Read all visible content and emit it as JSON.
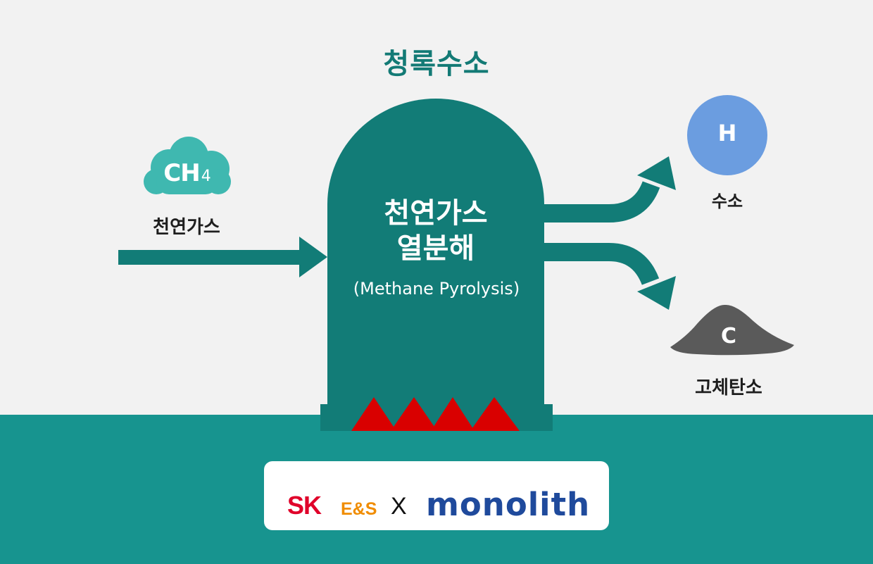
{
  "title": "청록수소",
  "input": {
    "molecule": "CH",
    "molecule_subscript": "4",
    "label": "천연가스",
    "cloud_color": "#3fb8b0"
  },
  "reactor": {
    "title_line1": "천연가스",
    "title_line2": "열분해",
    "subtitle": "(Methane Pyrolysis)",
    "color": "#127c77",
    "flame_color": "#d90000",
    "flame_count": 4
  },
  "outputs": [
    {
      "symbol": "H",
      "label": "수소",
      "color": "#6b9de0"
    },
    {
      "symbol": "C",
      "label": "고체탄소",
      "color": "#5a5a5a"
    }
  ],
  "footer": {
    "partner1_main": "SK",
    "partner1_sub": "E&S",
    "separator": "X",
    "partner2": "monolith"
  },
  "colors": {
    "background": "#f2f2f2",
    "floor": "#17948f",
    "title": "#137a75",
    "arrow": "#127c77"
  }
}
